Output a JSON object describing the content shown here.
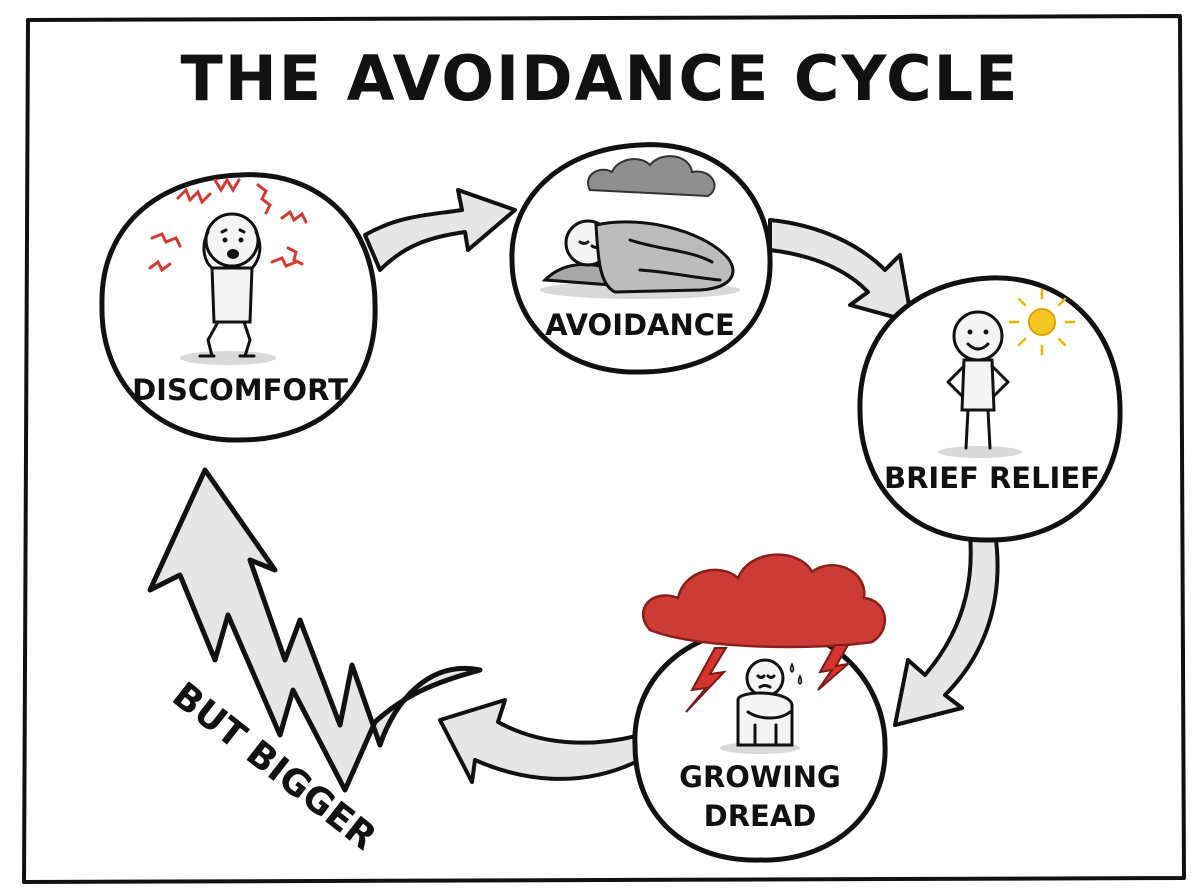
{
  "title": "THE AVOIDANCE CYCLE",
  "nodes": {
    "discomfort": "DISCOMFORT",
    "avoidance": "AVOIDANCE",
    "brief_relief": "BRIEF RELIEF",
    "growing_dread_line1": "GROWING",
    "growing_dread_line2": "DREAD"
  },
  "return_label": "BUT BIGGER",
  "colors": {
    "ink": "#111111",
    "arrow_fill": "#e6e6e6",
    "storm_red": "#cc3b35",
    "sun_yellow": "#f5c521",
    "stress_red": "#d23a32",
    "cloud_gray": "#8f8f8f"
  },
  "icons": [
    "stress-squiggles-icon",
    "gray-cloud-icon",
    "sun-icon",
    "red-storm-cloud-icon",
    "lightning-icon"
  ]
}
